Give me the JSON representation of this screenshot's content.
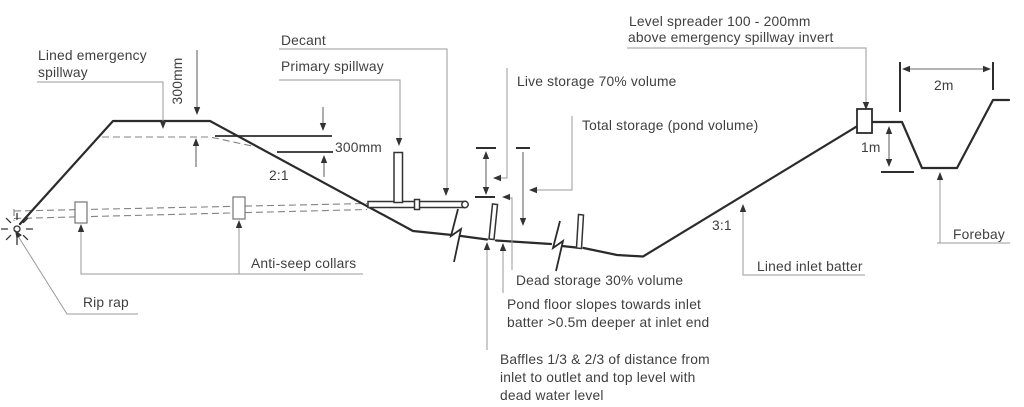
{
  "figure": {
    "description": "Cross-section diagram of a sedimentation pond: embankment with emergency and primary spillways, decant pipe with anti-seep collars, pond storage zones, baffles, lined inlet batter and forebay"
  },
  "labels": {
    "lined_emergency_spillway": [
      "Lined emergency",
      "spillway"
    ],
    "crest_freeboard_dim": "300mm",
    "decant": "Decant",
    "primary_spillway": "Primary spillway",
    "spillway_drop_dim": "300mm",
    "embankment_slope": "2:1",
    "live_storage": "Live storage 70% volume",
    "total_storage": "Total storage (pond volume)",
    "level_spreader": [
      "Level spreader 100 - 200mm",
      "above emergency spillway invert"
    ],
    "forebay_width_dim": "2m",
    "forebay_depth_dim": "1m",
    "forebay": "Forebay",
    "inlet_slope": "3:1",
    "lined_inlet_batter": "Lined inlet batter",
    "dead_storage": "Dead storage 30% volume",
    "pond_floor": [
      "Pond floor slopes towards inlet",
      "batter >0.5m deeper at inlet end"
    ],
    "baffles": [
      "Baffles 1/3 & 2/3 of distance from",
      "inlet to outlet and top level with",
      "dead water level"
    ],
    "anti_seep_collars": "Anti-seep collars",
    "rip_rap": "Rip rap"
  },
  "colors": {
    "background": "#ffffff",
    "outline": "#2b2b2b",
    "leader": "#9a9a9a",
    "dimension": "#6a6a6a",
    "text": "#3f3f3f"
  }
}
